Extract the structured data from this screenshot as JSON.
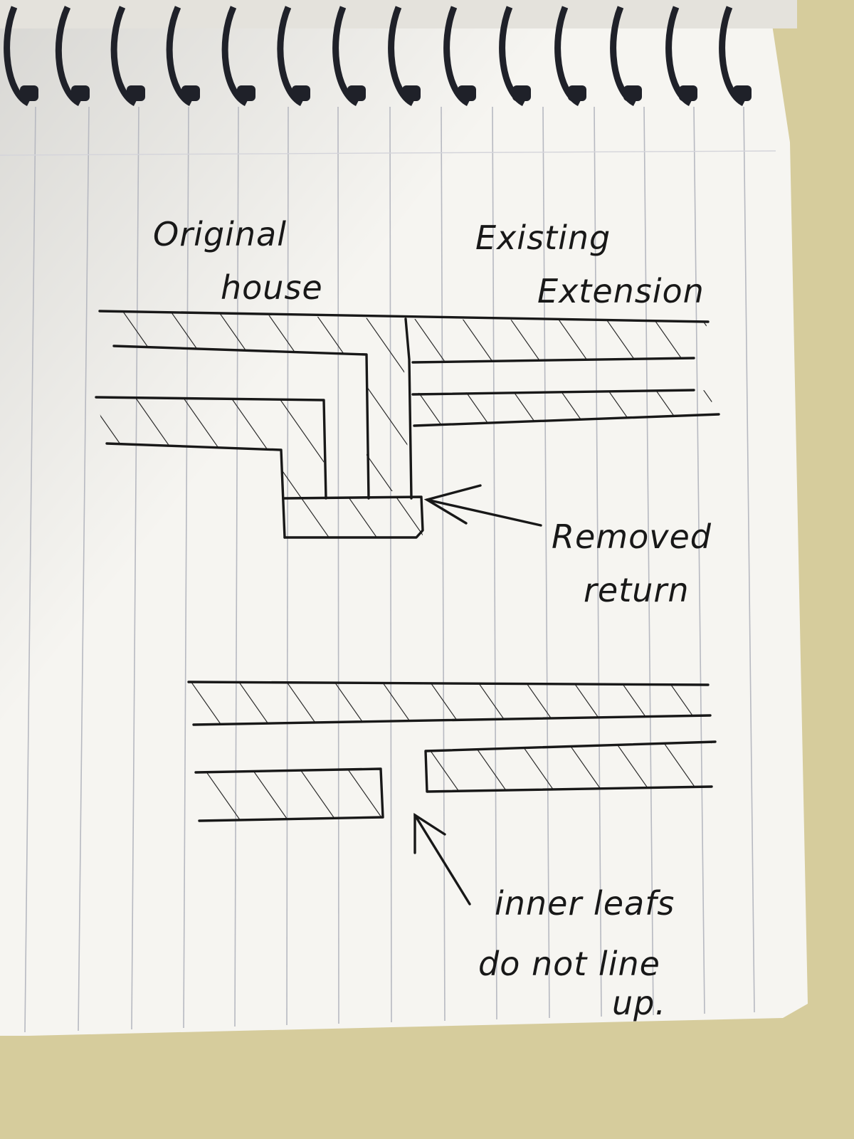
{
  "colors": {
    "desk": "#d6cc9c",
    "paper": "#f6f5f1",
    "ruling": "#b7b9c1",
    "ink": "#181818",
    "spiral": "#1f2129"
  },
  "labels": {
    "original_house": [
      "Original",
      "house"
    ],
    "existing_extension": [
      "Existing",
      "Extension"
    ],
    "removed_return": [
      "Removed",
      "return"
    ],
    "inner_leafs": [
      "inner leafs",
      "do not line",
      "up."
    ]
  }
}
